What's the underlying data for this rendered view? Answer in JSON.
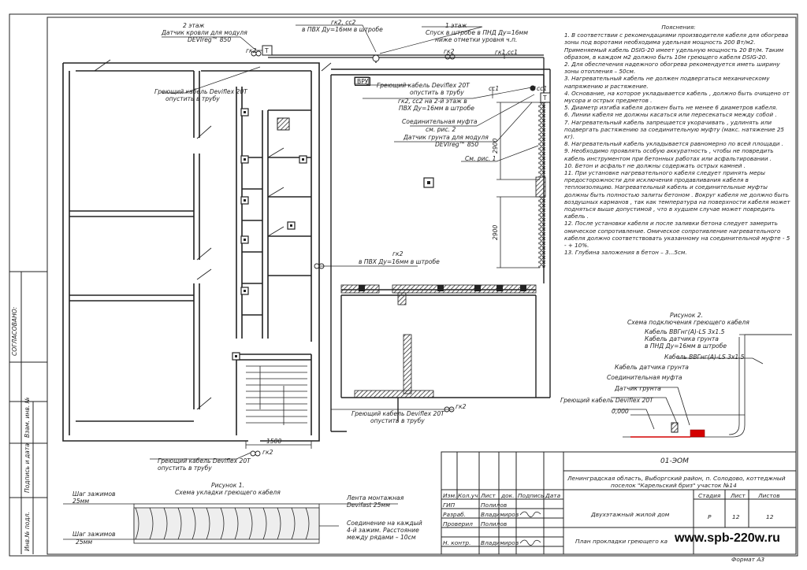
{
  "labels": {
    "floor2_title": "2 этаж",
    "floor2_sensor": "Датчик кровли для модуля",
    "floor2_devireg": "DEVIreg™ 850",
    "gk2cc2_top": "гк2, сс2",
    "pvh_top": "в ПВХ Ду=16мм в штробе",
    "floor1_title": "1 этаж",
    "floor1_desc1": "Спуск в штробе в ПНД Ду=16мм",
    "floor1_desc2": "ниже отметки уровня ч.п.",
    "vru": "ВРУ",
    "heat_cable_a1": "Греющий кабель Deviflex 20T",
    "heat_cable_a2": "опустить в трубу",
    "gk2cc2_2floor1": "гк2, сс2 на 2-й этаж в",
    "gk2cc2_2floor2": "ПВХ Ду=16мм в штробе",
    "conn_sleeve": "Соединительная муфта",
    "see_fig2": "см. рис. 2",
    "ground_sensor1": "Датчик грунта для модуля",
    "ground_sensor2": "DEVIreg™ 850",
    "see_fig1": "См. рис. 1",
    "heat_cable_left1": "Греющий кабель Deviflex 20T",
    "heat_cable_left2": "опустить в трубу",
    "gk2_mid": "гк2",
    "pvh_mid": "в ПВХ Ду=16мм в штробе",
    "heat_cable_bot1": "Греющий кабель Deviflex 20T",
    "heat_cable_bot2": "опустить в трубу",
    "heat_cable_bl1": "Греющий кабель Deviflex 20T",
    "heat_cable_bl2": "опустить в трубу",
    "gk2": "гк2",
    "gk1cc1": "гк1,сс1",
    "cc1": "сс1",
    "T": "T",
    "dim_2900_a": "2900",
    "dim_2900_b": "2900",
    "dim_1500": "1500"
  },
  "notes": {
    "title": "Пояснения:",
    "items": [
      "1. В соответствии с рекомендациями производителя кабеля для обогрева зоны под воротами необходима удельная мощность 200 Вт/м2. Применяемый кабель DSIG-20 имеет удельную мощность 20 Вт/м. Таким образом, в каждом м2 должно быть 10м греющего кабеля DSIG-20.",
      "2. Для обеспечения надежного обогрева рекомендуется иметь ширину зоны отопления – 50см.",
      "3. Нагревательный кабель не должен подвергаться механическому напряжению и растяжение.",
      "4. Основание, на которое укладывается кабель , должно быть очищено от мусора и острых предметов .",
      "5. Диаметр изгиба кабеля должен быть не менее 6 диаметров кабеля.",
      "6. Линии кабеля не должны касаться или пересекаться между собой .",
      "7. Нагревательный кабель запрещается укорачивать , удлинять или подвергать растяжению за соединительную муфту (макс. натяжение 25 кг).",
      "8. Нагревательный кабель укладывается равномерно по всей площади .",
      "9. Необходимо проявлять особую аккуратность , чтобы не повредить кабель инструментом при бетонных работах или асфальтировании .",
      "10. Бетон и асфальт не должны содержать острых камней .",
      "11. При установке нагревательного кабеля следует принять меры предосторожности для исключения продавливания кабеля в теплоизоляцию. Нагревательный кабель и соединительные муфты должны быть полностью залиты бетоном . Вокруг кабеля не должно быть воздушных карманов , так как температура на поверхности кабеля может подняться выше допустимой , что в худшем случае может повредить кабель .",
      "12. После установки кабеля и после заливки бетона следует замерить омическое сопротивление. Омическое сопротивление нагревательного кабеля должно соответствовать указанному на соединительной муфте - 5 - + 10%.",
      "13. Глубина заложения в бетон – 3...5см."
    ]
  },
  "figure2": {
    "title1": "Рисунок 2.",
    "title2": "Схема подключения греющего кабеля",
    "l1": "Кабель ВВГнг(А)-LS 3х1.5",
    "l2": "Кабель датчика грунта",
    "l3": "в ПНД Ду=16мм в штробе",
    "l4": "Кабель ВВГнг(А)-LS 3х1.5",
    "l5": "Кабель датчика грунта",
    "l6": "Соединительная муфта",
    "l7": "Датчик грунта",
    "l8": "Греющий кабель Deviflex 20T",
    "level": "0,000"
  },
  "figure1": {
    "title1": "Рисунок 1.",
    "title2": "Схема укладки греющего кабеля",
    "step1": "Шаг зажимов",
    "step1v": "25мм",
    "step2": "Шаг зажимов",
    "step2v": "25мм",
    "tape1": "Лента монтажная",
    "tape2": "Devifast 25мм",
    "join1": "Соединение на каждый",
    "join2": "4-й зажим. Расстояние",
    "join3": "между рядами – 10см"
  },
  "side": {
    "soglasovano": "СОГЛАСОВАНО:",
    "vzam": "Взам. инв. №",
    "podpis": "Подпись и дата",
    "invpodl": "Инв.№ подл."
  },
  "titleblock": {
    "code": "01-ЭОМ",
    "address1": "Ленинградская область, Выборгский район, п. Солодово, коттеджный",
    "address2": "поселок \"Карельский бриз\" участок №14",
    "hdr_izm": "Изм.",
    "hdr_koluch": "Кол.уч",
    "hdr_list": "Лист",
    "hdr_dok": "док.",
    "hdr_podp": "Подпись",
    "hdr_data": "Дата",
    "gip": "ГИП",
    "razrab": "Разраб.",
    "proveril": "Проверил",
    "nkontr": "Н. контр.",
    "gip_name": "Полилов",
    "razrab_name": "Владимиров",
    "proveril_name": "Полилов",
    "nkontr_name": "Владимиров",
    "building": "Двухэтажный жилой дом",
    "stadia_h": "Стадия",
    "list_h": "Лист",
    "listov_h": "Листов",
    "stadia": "Р",
    "list": "12",
    "listov": "12",
    "sheet_title": "План прокладки греющего ка",
    "format": "Формат А3"
  },
  "watermark": "www.spb-220w.ru",
  "colors": {
    "line": "#222222",
    "red": "#d40000",
    "hatch": "#444444"
  }
}
